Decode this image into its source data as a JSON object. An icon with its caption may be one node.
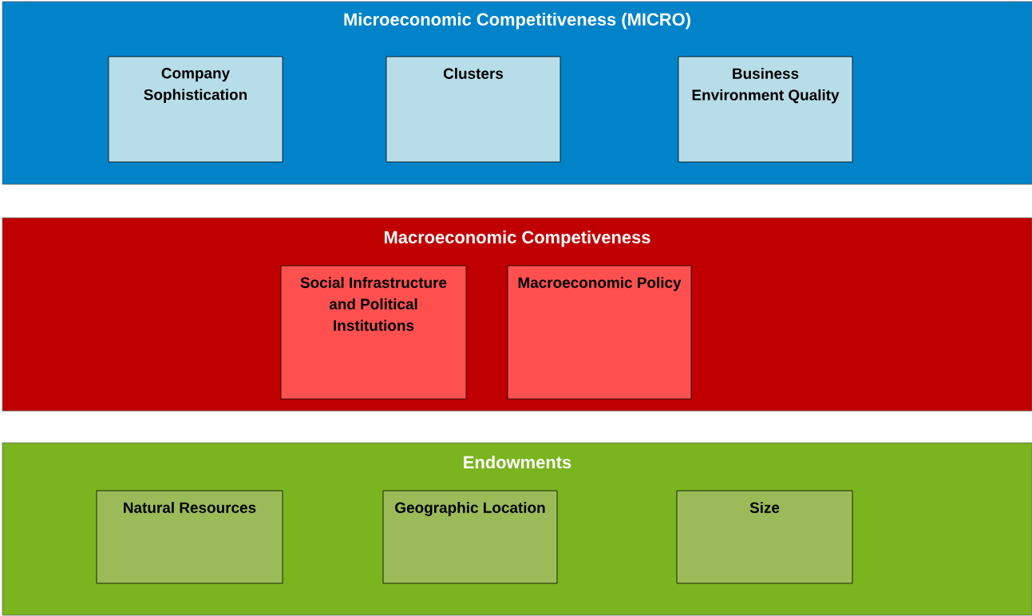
{
  "diagram": {
    "nodes": [
      {
        "text": [
          "Microeconomic Competitiveness (MICRO)"
        ]
      },
      {
        "text": [
          "Company Sophistication"
        ],
        "in": 0
      },
      {
        "text": [
          "Clusters"
        ],
        "in": 0
      },
      {
        "text": [
          "Business Environment Quality"
        ],
        "in": 0
      },
      {
        "text": [
          "Macroeconomic Competiveness"
        ]
      },
      {
        "text": [
          "Social Infrastructure and Political Institutions"
        ],
        "in": 4
      },
      {
        "text": [
          "Macroeconomic Policy"
        ],
        "in": 4
      },
      {
        "text": [
          "Endowments"
        ]
      },
      {
        "text": [
          "Natural Resources"
        ],
        "in": 7
      },
      {
        "text": [
          "Geographic Location"
        ],
        "in": 7
      },
      {
        "text": [
          "Size"
        ],
        "in": 7
      }
    ]
  }
}
